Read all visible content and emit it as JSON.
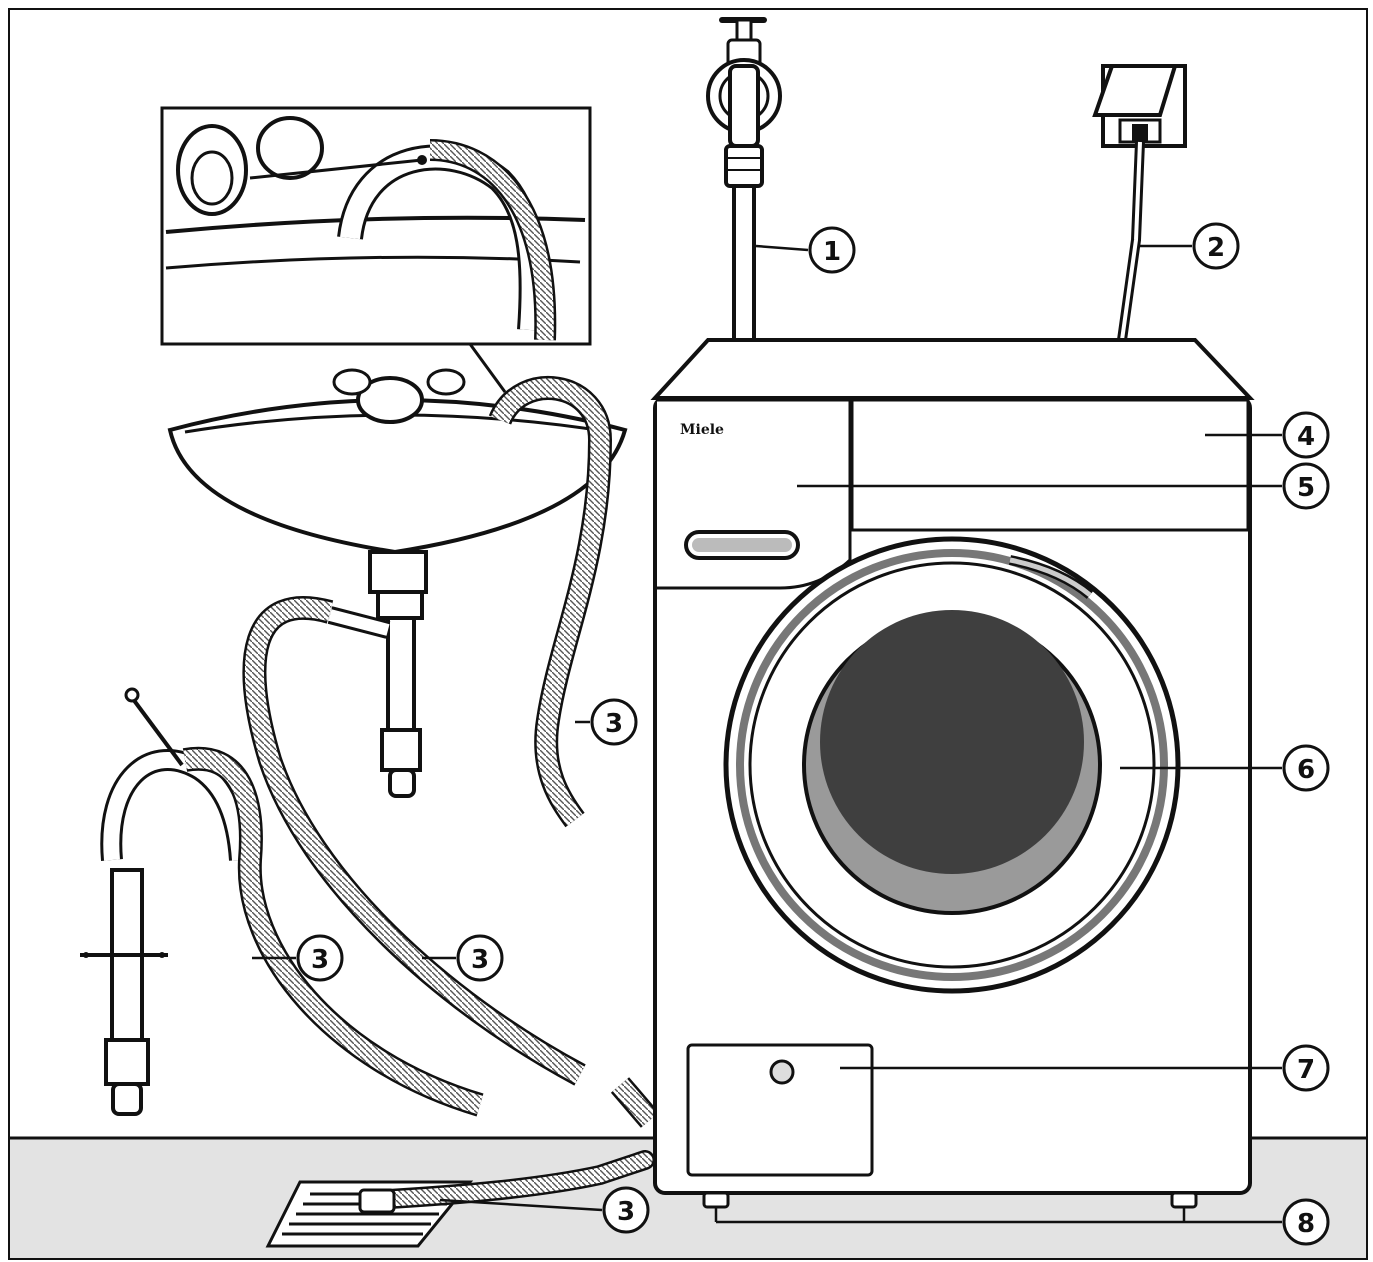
{
  "diagram": {
    "brand": "Miele",
    "colors": {
      "line": "#111111",
      "floor": "#e3e3e3",
      "door_glass": "#3f3f3f",
      "door_ring": "#9a9a9a",
      "hose": "#8c8c8c"
    },
    "callouts": {
      "c1": "1",
      "c2": "2",
      "c3a": "3",
      "c3b": "3",
      "c3c": "3",
      "c3d": "3",
      "c4": "4",
      "c5": "5",
      "c6": "6",
      "c7": "7",
      "c8": "8"
    }
  }
}
